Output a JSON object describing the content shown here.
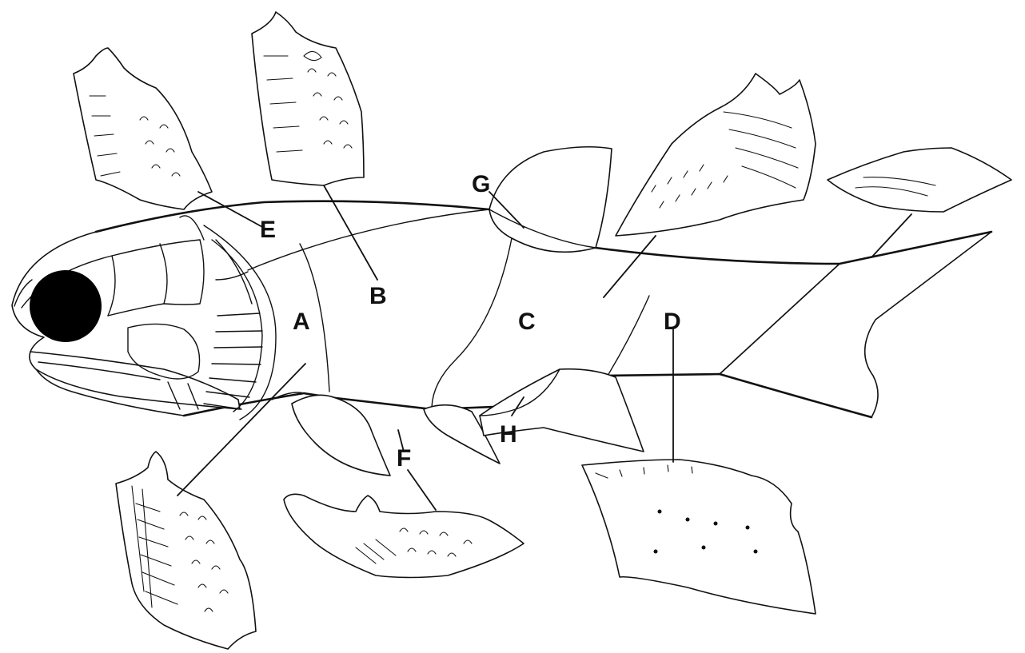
{
  "diagram": {
    "labels": {
      "A": "A",
      "B": "B",
      "C": "C",
      "D": "D",
      "E": "E",
      "F": "F",
      "G": "G",
      "H": "H"
    },
    "colors": {
      "line": "#111111",
      "background": "#ffffff",
      "eye": "#000000"
    }
  }
}
